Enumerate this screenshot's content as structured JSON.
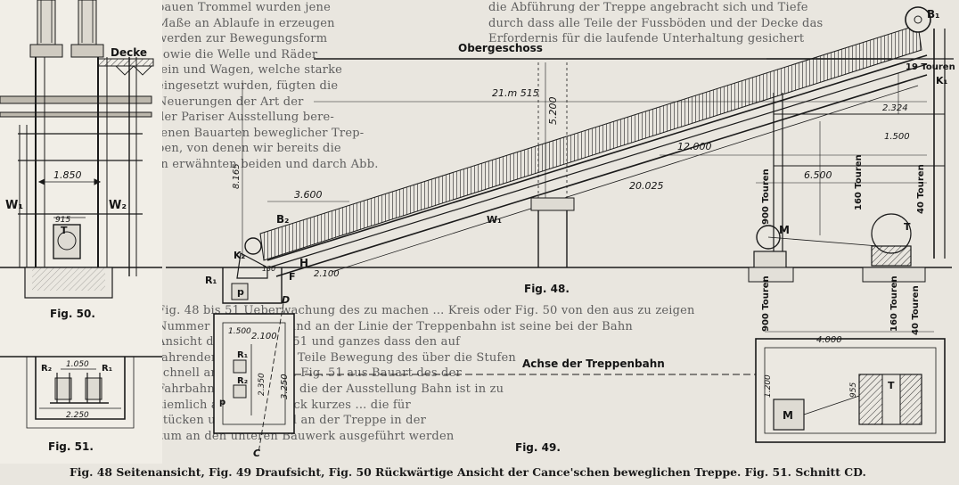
{
  "caption": "Fig. 48 Seitenansicht, Fig. 49 Draufsicht, Fig. 50 Rückwärtige Ansicht der Cance'schen beweglichen Treppe.   Fig. 51.   Schnitt CD.",
  "fig50": {
    "label": "Fig. 50.",
    "decke": "Decke",
    "w1": "W₁",
    "w2": "W₂",
    "t": "T",
    "dim_width": "1.850",
    "dim_small": "915"
  },
  "fig51": {
    "label": "Fig. 51.",
    "r1": "R₁",
    "r2": "R₂",
    "dim_top": "1.050",
    "dim_bottom": "2.250"
  },
  "fig48": {
    "label": "Fig. 48.",
    "obergeschoss": "Obergeschoss",
    "b1": "B₁",
    "b2": "B₂",
    "k1": "K₁",
    "k2": "K₂",
    "r1": "R₁",
    "w1": "W₁",
    "h": "H",
    "f": "F",
    "p": "p",
    "m": "M",
    "t": "T",
    "dim_length": "21.m 515",
    "dim_height": "5.200",
    "dim_12": "12.000",
    "dim_20": "20.025",
    "dim_6500": "6.500",
    "dim_3600": "3.600",
    "dim_8165": "8.165",
    "dim_2100": "2.100",
    "dim_2324": "2.324",
    "dim_1500": "1.500",
    "dim_small": "130",
    "touren_19": "19 Touren",
    "touren_900": "900 Touren",
    "touren_160": "160 Touren",
    "touren_40": "40 Touren"
  },
  "fig49": {
    "label": "Fig. 49.",
    "achse": "Achse der Treppenbahn",
    "c": "C",
    "d": "D",
    "r1": "R₁",
    "r2": "R₂",
    "p": "p",
    "m": "M",
    "t": "T",
    "dim_1500": "1.500",
    "dim_2100": "2.100",
    "dim_2350": "2.350",
    "dim_3250": "3.250",
    "dim_4000": "4.000",
    "dim_1200": "1.200",
    "dim_955": "955",
    "touren_900": "900 Touren",
    "touren_160": "160 Touren",
    "touren_40": "40 Touren"
  }
}
